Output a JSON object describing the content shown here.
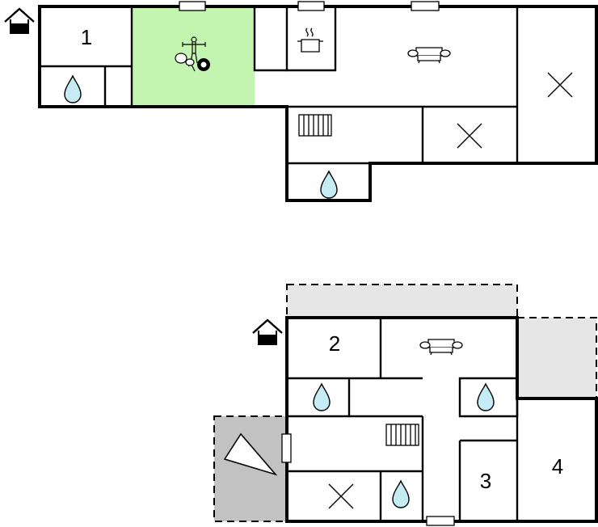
{
  "rooms": {
    "room_1": "1",
    "room_2": "2",
    "room_3": "3",
    "room_4": "4"
  },
  "icons": [
    "entrance-house-icon",
    "water-drop-icon",
    "games-room-icon",
    "cooking-pot-icon",
    "sofa-icon",
    "bed-cross-icon",
    "radiator-icon",
    "fireplace-icon",
    "window-icon"
  ],
  "colors": {
    "wall": "#000000",
    "games_room": "#c4f5b0",
    "outdoor_area": "#e6e6e6",
    "covered_area": "#c2c2c2",
    "water": "#c5ecf4"
  }
}
